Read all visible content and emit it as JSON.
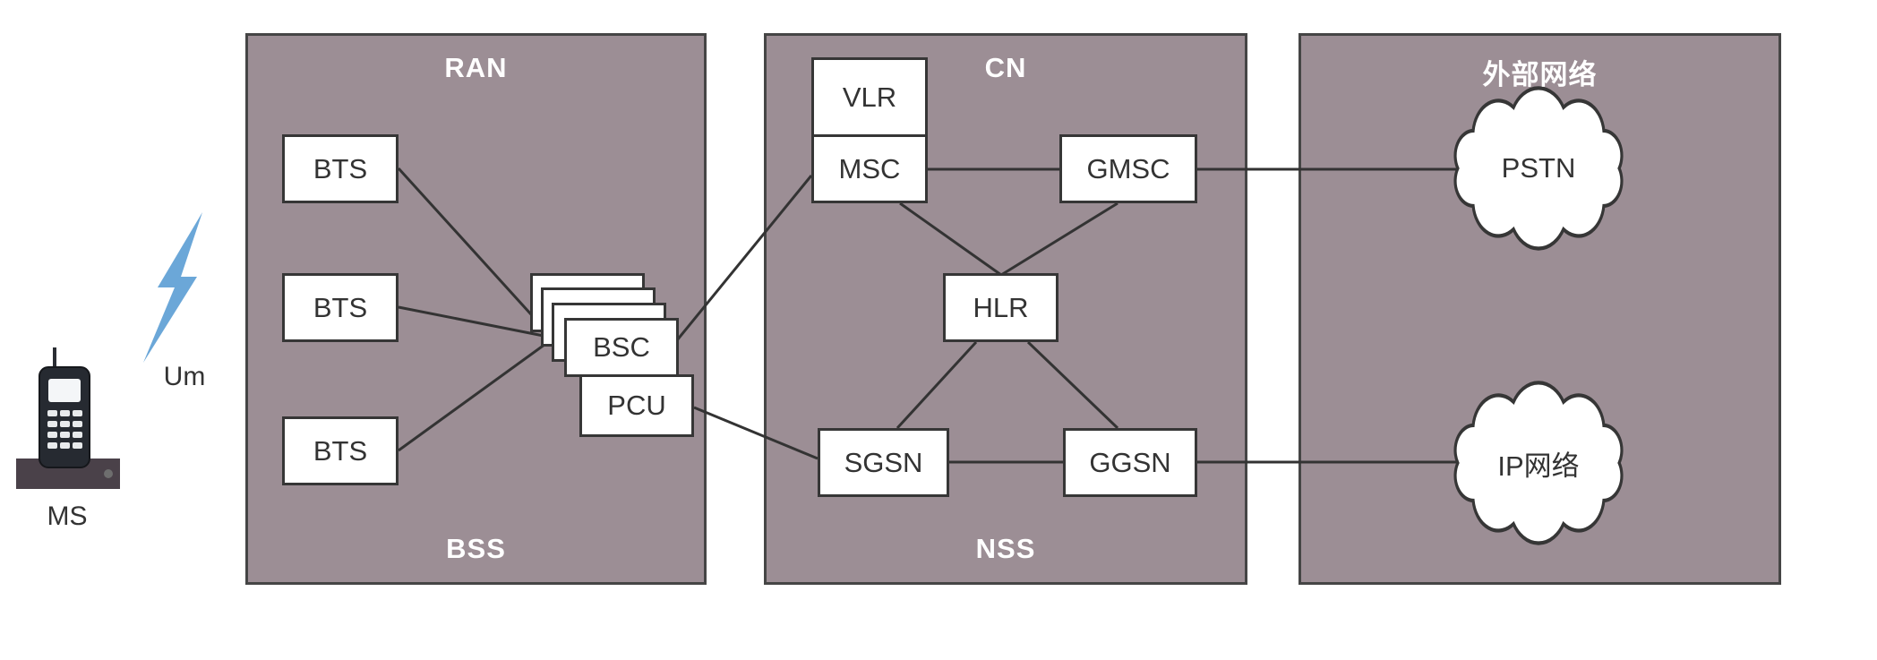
{
  "groups": {
    "bss": {
      "top": "RAN",
      "bottom": "BSS"
    },
    "nss": {
      "top": "CN",
      "bottom": "NSS"
    },
    "external": {
      "top": "外部网络"
    }
  },
  "nodes": {
    "bts1": "BTS",
    "bts2": "BTS",
    "bts3": "BTS",
    "bsc": "BSC",
    "pcu": "PCU",
    "vlr": "VLR",
    "msc": "MSC",
    "gmsc": "GMSC",
    "hlr": "HLR",
    "sgsn": "SGSN",
    "ggsn": "GGSN",
    "pstn": "PSTN",
    "ip_network": "IP网络"
  },
  "labels": {
    "ms": "MS",
    "um": "Um"
  },
  "edges": [
    [
      "BTS#1",
      "BSC"
    ],
    [
      "BTS#2",
      "BSC"
    ],
    [
      "BTS#3",
      "BSC"
    ],
    [
      "BSC",
      "MSC"
    ],
    [
      "PCU",
      "SGSN"
    ],
    [
      "VLR",
      "MSC"
    ],
    [
      "MSC",
      "GMSC"
    ],
    [
      "MSC",
      "HLR"
    ],
    [
      "GMSC",
      "HLR"
    ],
    [
      "HLR",
      "SGSN"
    ],
    [
      "HLR",
      "GGSN"
    ],
    [
      "SGSN",
      "GGSN"
    ],
    [
      "GMSC",
      "PSTN"
    ],
    [
      "GGSN",
      "IP网络"
    ]
  ],
  "colors": {
    "group_fill": "#9c8e95",
    "group_border": "#454545",
    "node_border": "#363636",
    "connector": "#333333",
    "bolt": "#6ba7d8",
    "text_dark": "#333333",
    "text_light": "#ffffff"
  }
}
